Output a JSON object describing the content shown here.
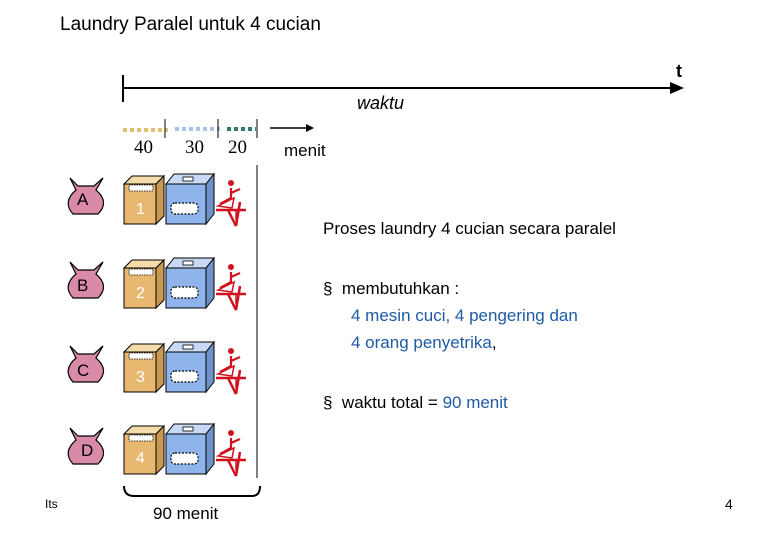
{
  "title": "Laundry Paralel untuk  4 cucian",
  "axis": {
    "t_label": "t",
    "time_label": "waktu",
    "unit_label": "menit"
  },
  "stage_durations": [
    "40",
    "30",
    "20"
  ],
  "loads": [
    {
      "bag_label": "A",
      "washer_label": "1"
    },
    {
      "bag_label": "B",
      "washer_label": "2"
    },
    {
      "bag_label": "C",
      "washer_label": "3"
    },
    {
      "bag_label": "D",
      "washer_label": "4"
    }
  ],
  "total_brace_label": "90 menit",
  "description": {
    "title": "Proses laundry 4 cucian secara paralel",
    "bullet1_lead": "membutuhkan :",
    "bullet1_line2": "4  mesin cuci, 4 pengering dan",
    "bullet1_line3": "4 orang penyetrika",
    "bullet1_line3_tail": ",",
    "bullet2_lead": "waktu total = ",
    "bullet2_value": "90 menit",
    "bullet_symbol": "§"
  },
  "footer": {
    "left": "Its",
    "page": "4"
  },
  "colors": {
    "wash": "#e8b870",
    "dry": "#8fb4ec",
    "iron": "#d0121e",
    "bag": "#d98aa8",
    "blue_text": "#1f5aa6",
    "seg_wash": "#e0c070",
    "seg_dry": "#a9c1e6",
    "seg_iron": "#2e7b70"
  }
}
